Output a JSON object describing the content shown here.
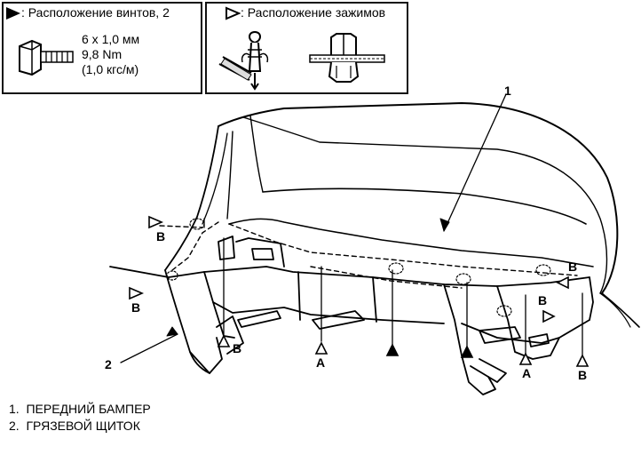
{
  "legend": {
    "screws": {
      "title": "Расположение винтов, 2",
      "spec_lines": [
        "6 x 1,0 мм",
        "9,8 Nm",
        "(1,0 кгс/м)"
      ]
    },
    "clips": {
      "title": "Расположение зажимов"
    }
  },
  "callouts": {
    "bumper": "1",
    "mudguard": "2"
  },
  "markers": {
    "a": "A",
    "b": "B"
  },
  "captions": [
    {
      "num": "1.",
      "text": "ПЕРЕДНИЙ БАМПЕР"
    },
    {
      "num": "2.",
      "text": "ГРЯЗЕВОЙ ЩИТОК"
    }
  ]
}
